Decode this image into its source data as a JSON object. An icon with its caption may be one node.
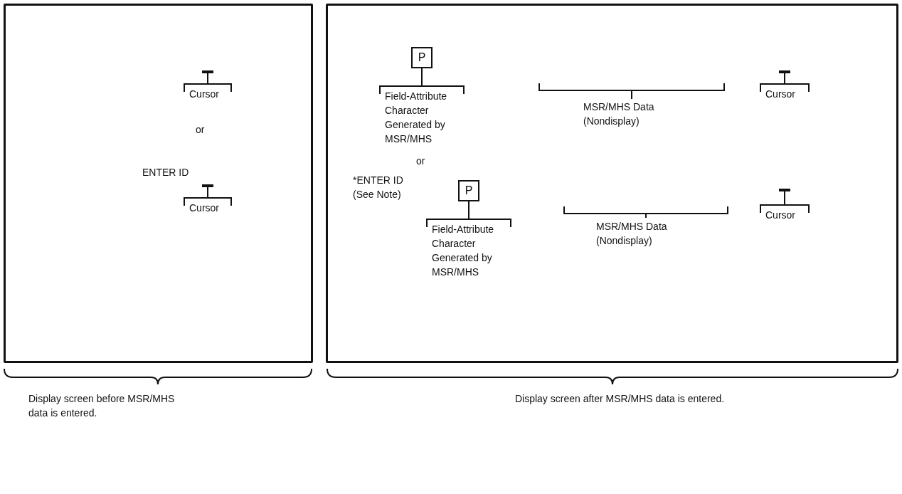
{
  "diagram": {
    "nodes": [
      {
        "text": [],
        "shape": "box",
        "beside": [
          "Display screen before MSR/MHS data is entered."
        ]
      },
      {
        "text": [],
        "shape": "bar",
        "in": 0
      },
      {
        "text": [
          "Cursor"
        ],
        "in": 0
      },
      {
        "text": [],
        "shape": "bar",
        "in": 0
      },
      {
        "text": [
          "Cursor"
        ],
        "in": 0
      },
      {
        "text": [],
        "shape": "box",
        "beside": [
          "Display screen after MSR/MHS data is entered."
        ]
      },
      {
        "text": [
          "P"
        ],
        "in": 5
      },
      {
        "text": [
          "Field-Attribute Character Generated by MSR/MHS"
        ],
        "in": 5
      },
      {
        "text": [],
        "shape": "bar",
        "in": 5
      },
      {
        "text": [
          "Cursor"
        ],
        "in": 5
      },
      {
        "text": [
          "P"
        ],
        "in": 5
      },
      {
        "text": [
          "Field-Attribute Character Generated by MSR/MHS"
        ],
        "in": 5
      },
      {
        "text": [],
        "shape": "bar",
        "in": 5
      },
      {
        "text": [
          "Cursor"
        ],
        "in": 5
      }
    ],
    "edges": [
      {
        "from": 2,
        "to": 1,
        "arrow": "none"
      },
      {
        "from": 4,
        "to": 3,
        "arrow": "none"
      },
      {
        "from": 7,
        "to": 6,
        "arrow": "none"
      },
      {
        "from": 9,
        "to": 8,
        "arrow": "none"
      },
      {
        "from": 11,
        "to": 10,
        "arrow": "none"
      },
      {
        "from": 13,
        "to": 12,
        "arrow": "none"
      }
    ],
    "labels": [
      "or",
      "ENTER ID",
      "MSR/MHS Data (Nondisplay)",
      "or",
      "*ENTER ID (See Note)",
      "MSR/MHS Data (Nondisplay)"
    ]
  }
}
